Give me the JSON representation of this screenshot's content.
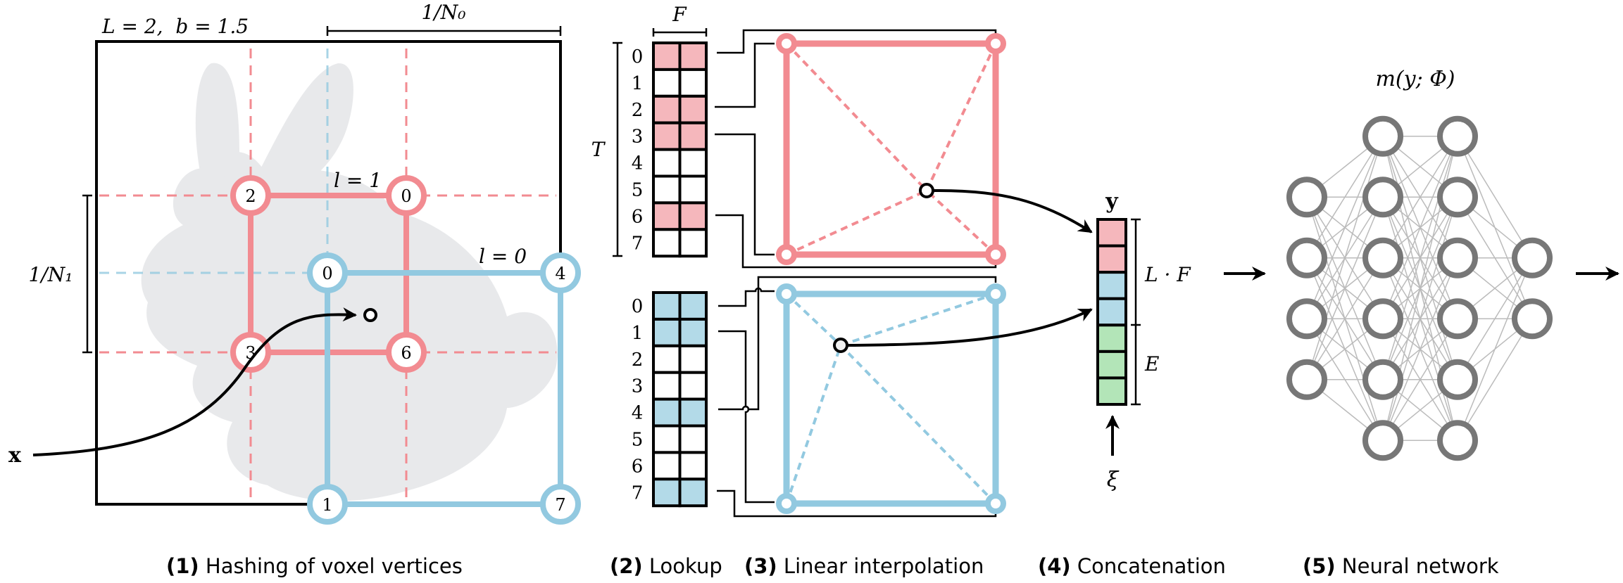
{
  "colors": {
    "level1": "#F28B91",
    "level0": "#92C9E0",
    "level1_fill": "#F5B7BC",
    "level0_fill": "#B3DAE8",
    "extra_fill": "#B3E5B8",
    "nn_node": "#777777",
    "nn_edge": "#BBBBBB",
    "bunny": "#E6E7E9"
  },
  "panel1": {
    "params_label": "L = 2,  b = 1.5",
    "scale0_label": "1/N₀",
    "scale1_label": "1/N₁",
    "input_label": "x",
    "level1_label": "l = 1",
    "level0_label": "l = 0",
    "level1_vertices": [
      {
        "corner": "top-left",
        "hash": "2"
      },
      {
        "corner": "top-right",
        "hash": "0"
      },
      {
        "corner": "bottom-left",
        "hash": "3"
      },
      {
        "corner": "bottom-right",
        "hash": "6"
      }
    ],
    "level0_vertices": [
      {
        "corner": "top-left",
        "hash": "0"
      },
      {
        "corner": "top-right",
        "hash": "4"
      },
      {
        "corner": "bottom-left",
        "hash": "1"
      },
      {
        "corner": "bottom-right",
        "hash": "7"
      }
    ]
  },
  "panel2": {
    "F_label": "F",
    "T_label": "T",
    "tables": [
      {
        "level": 1,
        "rows": [
          "0",
          "1",
          "2",
          "3",
          "4",
          "5",
          "6",
          "7"
        ],
        "filled": [
          true,
          false,
          true,
          true,
          false,
          false,
          true,
          false
        ]
      },
      {
        "level": 0,
        "rows": [
          "0",
          "1",
          "2",
          "3",
          "4",
          "5",
          "6",
          "7"
        ],
        "filled": [
          true,
          true,
          false,
          false,
          true,
          false,
          false,
          true
        ]
      }
    ]
  },
  "panel4": {
    "vector_label": "y",
    "LF_label": "L · F",
    "E_label": "E",
    "xi_label": "ξ",
    "cells": [
      "level1",
      "level1",
      "level0",
      "level0",
      "extra",
      "extra",
      "extra"
    ]
  },
  "panel5": {
    "title": "m(y; Φ)",
    "layers": [
      4,
      6,
      6,
      2
    ]
  },
  "captions": [
    {
      "num": "(1)",
      "text": " Hashing of voxel vertices"
    },
    {
      "num": "(2)",
      "text": " Lookup"
    },
    {
      "num": "(3)",
      "text": " Linear interpolation"
    },
    {
      "num": "(4)",
      "text": " Concatenation"
    },
    {
      "num": "(5)",
      "text": " Neural network"
    }
  ]
}
